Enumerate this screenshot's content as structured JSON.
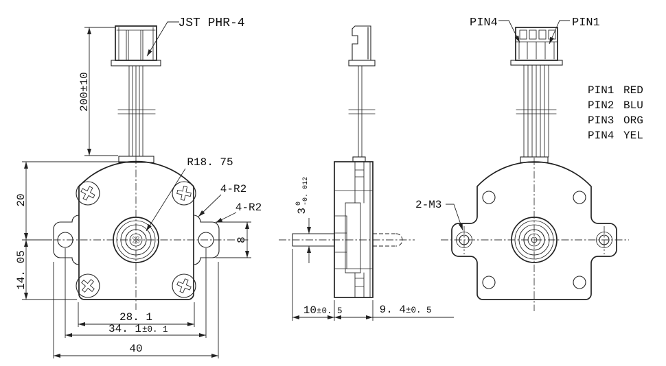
{
  "drawing": {
    "labels": {
      "connector": "JST PHR-4",
      "dome_radius": "R18. 75",
      "corner_radius_a": "4-R2",
      "corner_radius_b": "4-R2",
      "thread": "2-M3",
      "pin4": "PIN4",
      "pin1": "PIN1"
    },
    "dimensions": {
      "lead_length": "200±10",
      "upper_height": "20",
      "lower_height": "14. 05",
      "ear_height": "8",
      "body_width": "28. 1",
      "hole_span_value": "34. 1",
      "hole_span_tol": "±0. 1",
      "overall_width": "40",
      "shaft_dia_value": "3",
      "shaft_dia_tol_upper": "0",
      "shaft_dia_tol_lower": "-0. 012",
      "shaft_length_value": "10",
      "shaft_length_tol": "±0. 5",
      "body_depth_value": "9. 4",
      "body_depth_tol": "±0. 5"
    },
    "pin_table": [
      {
        "pin": "PIN1",
        "color": "RED"
      },
      {
        "pin": "PIN2",
        "color": "BLU"
      },
      {
        "pin": "PIN3",
        "color": "ORG"
      },
      {
        "pin": "PIN4",
        "color": "YEL"
      }
    ],
    "colors": {
      "line": "#222222",
      "text": "#111111",
      "background": "#ffffff"
    }
  }
}
